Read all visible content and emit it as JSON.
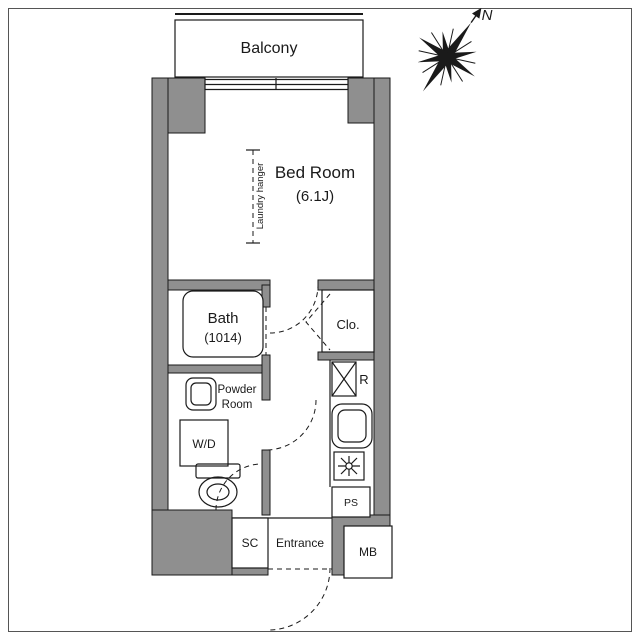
{
  "colors": {
    "wall": "#8f8f8f",
    "line": "#1a1a1a",
    "background": "#ffffff"
  },
  "labels": {
    "balcony": "Balcony",
    "bedroom_name": "Bed Room",
    "bedroom_size": "(6.1J)",
    "laundry_hanger": "Laundry hanger",
    "bath_name": "Bath",
    "bath_size": "(1014)",
    "closet": "Clo.",
    "powder_line1": "Powder",
    "powder_line2": "Room",
    "washer_dryer": "W/D",
    "range": "R",
    "pipe_space": "PS",
    "shoe_closet": "SC",
    "entrance": "Entrance",
    "mail_box": "MB",
    "north": "N"
  }
}
